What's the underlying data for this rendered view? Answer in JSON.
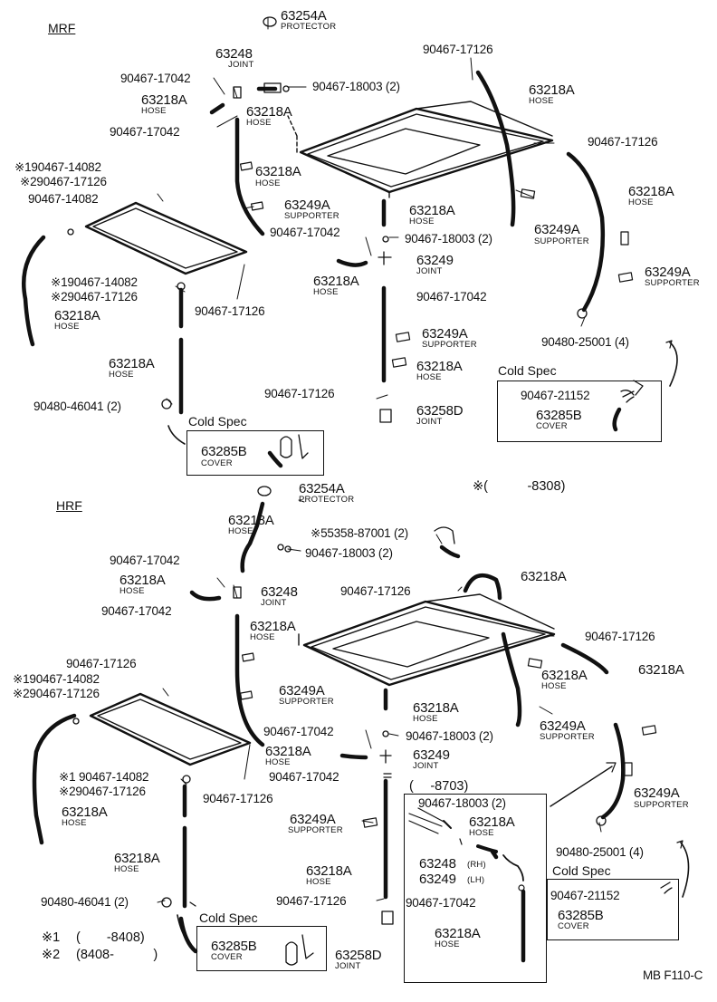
{
  "sections": {
    "mrf": "MRF",
    "hrf": "HRF",
    "cold_spec": "Cold Spec",
    "range_note": "※(　　　-8308)",
    "inset_range": "(　 -8703)",
    "footnote_1_mark": "※1",
    "footnote_1_text": "(　　-8408)",
    "footnote_2_mark": "※2",
    "footnote_2_text": "(8408-　　　)",
    "drawing_id": "MB F110-C"
  },
  "names": {
    "protector": "PROTECTOR",
    "joint": "JOINT",
    "hose": "HOSE",
    "supporter": "SUPPORTER",
    "cover": "COVER",
    "rh": "(RH)",
    "lh": "(LH)"
  },
  "parts": {
    "p63254A": "63254A",
    "p63248": "63248",
    "p63218A": "63218A",
    "p63249A": "63249A",
    "p63249": "63249",
    "p63258D": "63258D",
    "p63285B": "63285B",
    "c90467_17042": "90467-17042",
    "c90467_18003_2": "90467-18003 (2)",
    "c90467_17126": "90467-17126",
    "c90467_14082": "90467-14082",
    "s1_90467_14082": "※190467-14082",
    "s2_90467_17126": "※290467-17126",
    "t1_90467_14082": "※1 90467-14082",
    "c90467_18003_2b": "90467-18003 (2)",
    "c90480_25001_4": "90480-25001 (4)",
    "c90480_46041_2": "90480-46041 (2)",
    "c90467_21152": "90467-21152",
    "c55358_87001_2": "※55358-87001 (2)"
  }
}
